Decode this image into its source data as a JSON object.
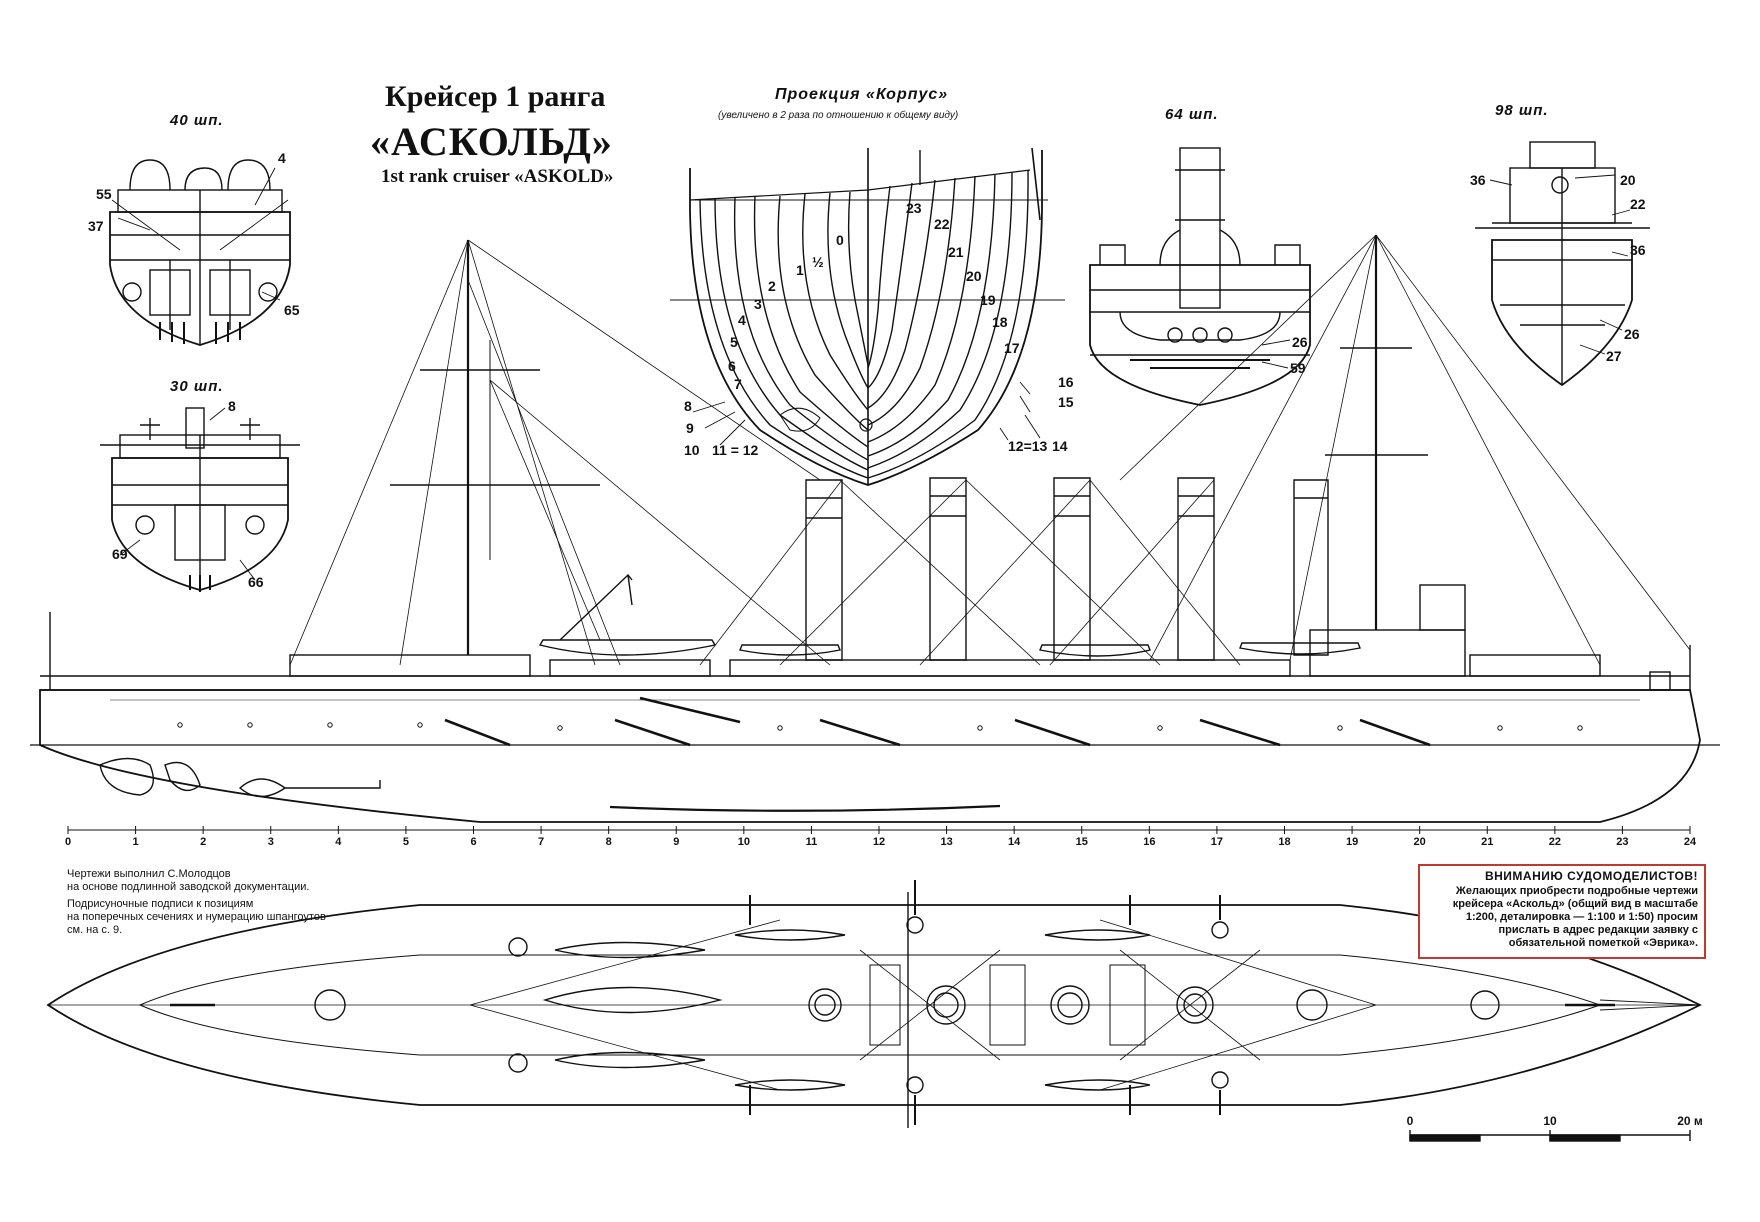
{
  "title": {
    "line1": "Крейсер 1 ранга",
    "line2": "«АСКОЛЬД»",
    "line3": "1st rank cruiser «ASKOLD»"
  },
  "projection": {
    "title": "Проекция «Корпус»",
    "subtitle": "(увеличено в 2 раза по отношению к общему виду)",
    "left_labels": [
      "0",
      "½",
      "1",
      "2",
      "3",
      "4",
      "5",
      "6",
      "7",
      "8",
      "9",
      "10",
      "11 = 12"
    ],
    "right_labels": [
      "23",
      "22",
      "21",
      "20",
      "19",
      "18",
      "17",
      "16",
      "15",
      "14",
      "12=13"
    ]
  },
  "sections": {
    "s40": {
      "label": "40 шп.",
      "callouts": [
        "4",
        "55",
        "37",
        "65"
      ]
    },
    "s30": {
      "label": "30 шп.",
      "callouts": [
        "8",
        "69",
        "66"
      ]
    },
    "s64": {
      "label": "64 шп.",
      "callouts": [
        "26",
        "59"
      ]
    },
    "s98": {
      "label": "98 шп.",
      "callouts": [
        "36",
        "20",
        "22",
        "36",
        "26",
        "27"
      ]
    }
  },
  "ruler": [
    "0",
    "1",
    "2",
    "3",
    "4",
    "5",
    "6",
    "7",
    "8",
    "9",
    "10",
    "11",
    "12",
    "13",
    "14",
    "15",
    "16",
    "17",
    "18",
    "19",
    "20",
    "21",
    "22",
    "23",
    "24"
  ],
  "credits": {
    "line1": "Чертежи выполнил С.Молодцов",
    "line2": "на основе подлинной заводской документации.",
    "line3": "Подрисуночные подписи к позициям",
    "line4": "на поперечных сечениях и нумерацию шпангоутов",
    "line5": "см. на с. 9."
  },
  "notice": {
    "head": "ВНИМАНИЮ СУДОМОДЕЛИСТОВ!",
    "line1": "Желающих приобрести подробные чертежи",
    "line2": "крейсера «Аскольд» (общий вид в масштабе",
    "line3": "1:200, деталировка — 1:100 и 1:50) просим",
    "line4": "прислать в адрес редакции заявку с",
    "line5": "обязательной пометкой «Эврика»."
  },
  "scale_bar": {
    "labels": [
      "0",
      "10",
      "20 м"
    ]
  },
  "colors": {
    "ink": "#111111",
    "notice_border": "#c0392b",
    "paper": "#ffffff"
  }
}
